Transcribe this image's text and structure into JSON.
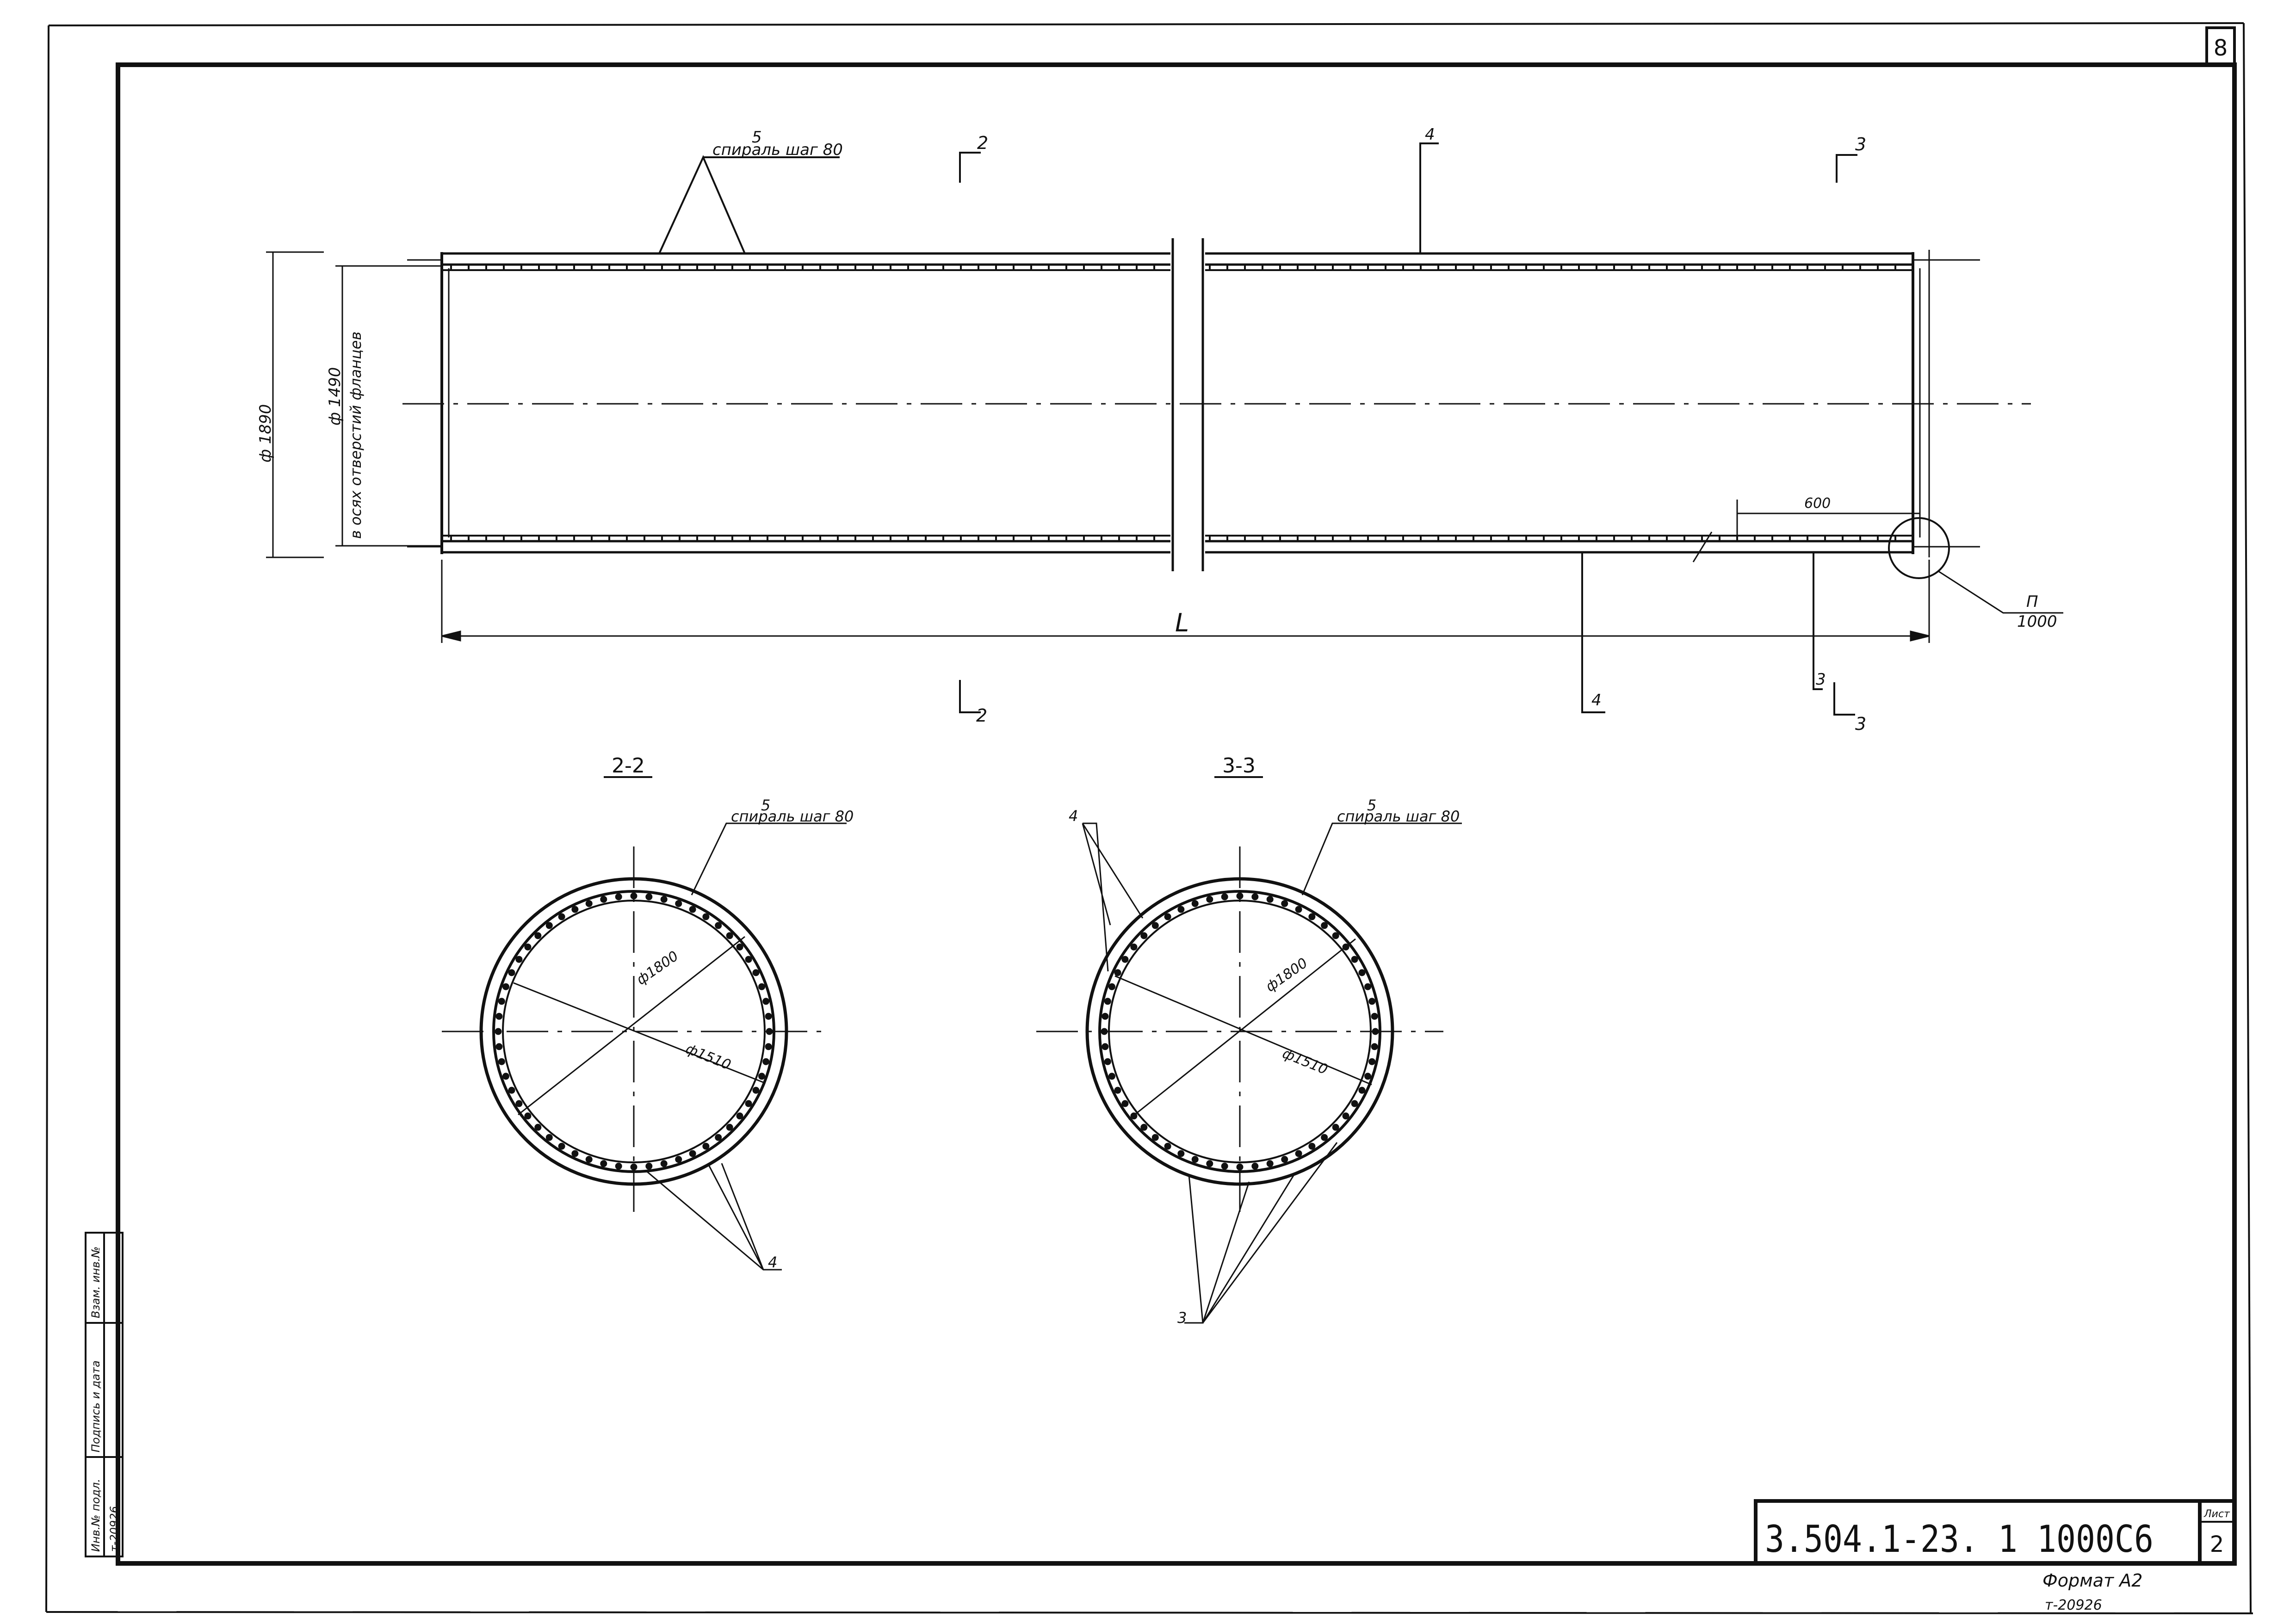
{
  "sheet": {
    "corner_number": "8",
    "format_label": "Формат А2",
    "inventory_code": "т-20926",
    "title_block": {
      "designation": "3.504.1-23. 1 1000С6",
      "sheet_label": "Лист",
      "sheet_number": "2"
    },
    "side_stamp": {
      "col1_label": "Инв.№ подл.",
      "col1_value": "т-20926",
      "col2_label": "Подпись и дата",
      "col3_label": "Взам. инв.№"
    }
  },
  "longitudinal_view": {
    "leader_top_left": {
      "num": "5",
      "text": "спираль шаг 80"
    },
    "leader_top_right": {
      "num": "4"
    },
    "leader_bottom_mid": {
      "num": "4"
    },
    "leader_bottom_right": {
      "num": "3"
    },
    "callout_node": {
      "num": "П",
      "ref": "1000"
    },
    "dim_outer": "ф 1890",
    "dim_inner": "ф 1490",
    "dim_inner_note": "в осях отверстий фланцев",
    "dim_offset": "600",
    "dim_length": "L",
    "section_marks": {
      "top_left": "2",
      "top_right": "3",
      "bottom_left": "2",
      "bottom_right": "3"
    }
  },
  "section_2_2": {
    "title": "2-2",
    "leader_num": "5",
    "leader_text": "спираль шаг 80",
    "dim_1": "ф1800",
    "dim_2": "ф1510",
    "leader_bottom_num": "4"
  },
  "section_3_3": {
    "title": "3-3",
    "leader_num": "5",
    "leader_text": "спираль шаг 80",
    "leader_left_num": "4",
    "dim_1": "ф1800",
    "dim_2": "ф1510",
    "leader_bottom_num": "3"
  }
}
